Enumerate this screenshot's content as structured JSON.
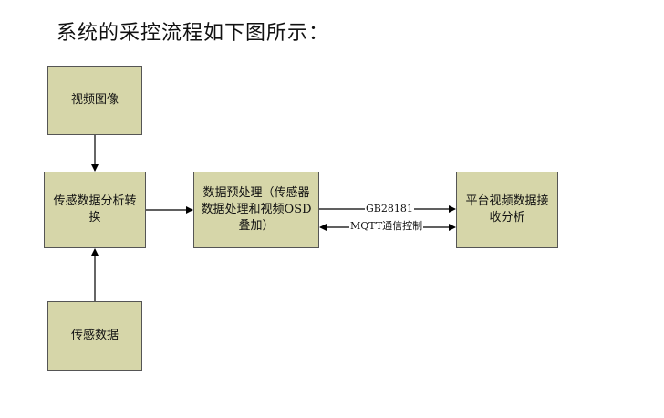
{
  "heading": "系统的采控流程如下图所示：",
  "diagram": {
    "nodes": {
      "video": "视频图像",
      "converter": "传感数据分析转换",
      "sensor": "传感数据",
      "preprocess": "数据预处理（传感器数据处理和视频OSD叠加）",
      "platform": "平台视频数据接收分析"
    },
    "edges": {
      "gb": "GB28181",
      "mqtt": "MQTT通信控制"
    },
    "colors": {
      "box_fill": "#d6d6a9",
      "box_border": "#555555",
      "line": "#000000"
    }
  }
}
